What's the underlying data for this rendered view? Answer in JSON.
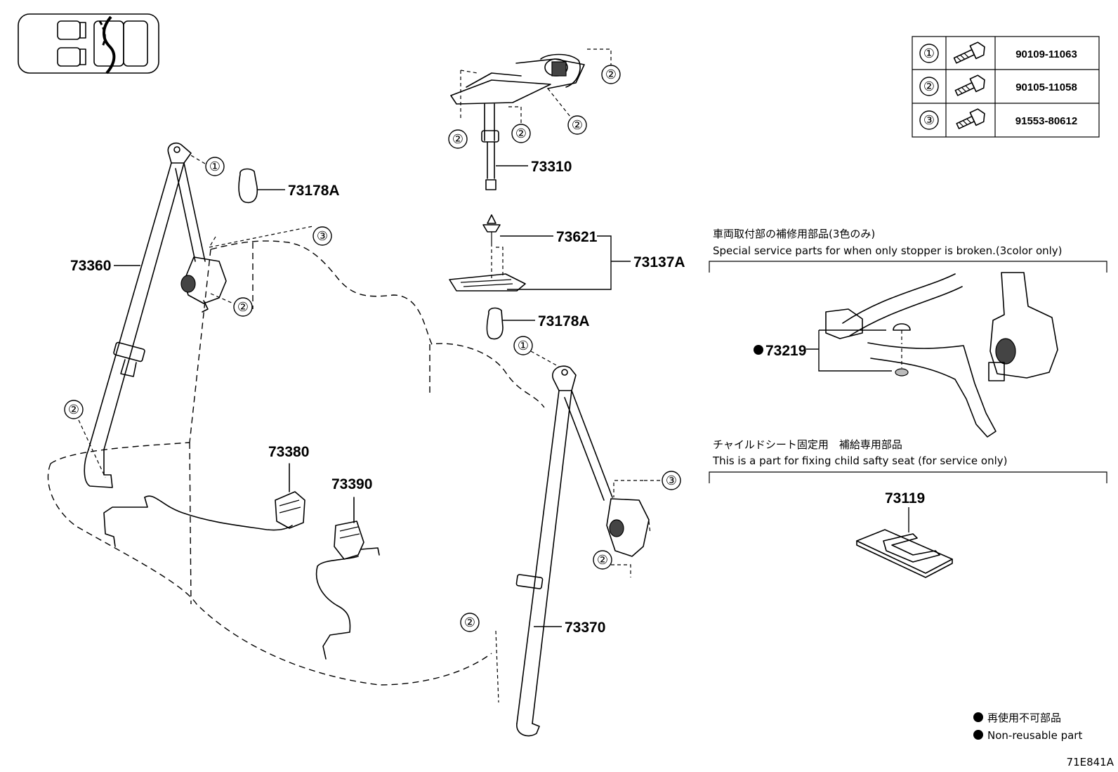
{
  "fastener_table": {
    "rows": [
      {
        "ref": "①",
        "icon": "bolt-icon",
        "code": "90109-11063"
      },
      {
        "ref": "②",
        "icon": "bolt-icon",
        "code": "90105-11058"
      },
      {
        "ref": "③",
        "icon": "bolt-icon",
        "code": "91553-80612"
      }
    ]
  },
  "part_numbers": {
    "p73360": "73360",
    "p73178a_upper": "73178A",
    "p73310": "73310",
    "p73621": "73621",
    "p73137a": "73137A",
    "p73178a_lower": "73178A",
    "p73380": "73380",
    "p73390": "73390",
    "p73370": "73370",
    "p73219": "73219",
    "p73119": "73119"
  },
  "callouts": {
    "c1_left": "①",
    "c3_left": "③",
    "c2_left_retractor": "②",
    "c2_left_floor": "②",
    "c2_top_right": "②",
    "c2_top_left": "②",
    "c2_top_mid": "②",
    "c2_top_far": "②",
    "c1_right": "①",
    "c3_right": "③",
    "c2_right_retractor": "②",
    "c2_right_floor": "②"
  },
  "special_service": {
    "title_jp": "車両取付部の補修用部品(3色のみ)",
    "title_en": "Special service parts for when only stopper is broken.(3color only)"
  },
  "child_seat": {
    "title_jp": "チャイルドシート固定用　補給専用部品",
    "title_en": "This is a part for fixing child safty seat (for service only)"
  },
  "legend": {
    "jp": "再使用不可部品",
    "en": "Non-reusable part"
  },
  "illustration_code": "71E841A",
  "colors": {
    "line": "#000000",
    "background": "#ffffff"
  }
}
